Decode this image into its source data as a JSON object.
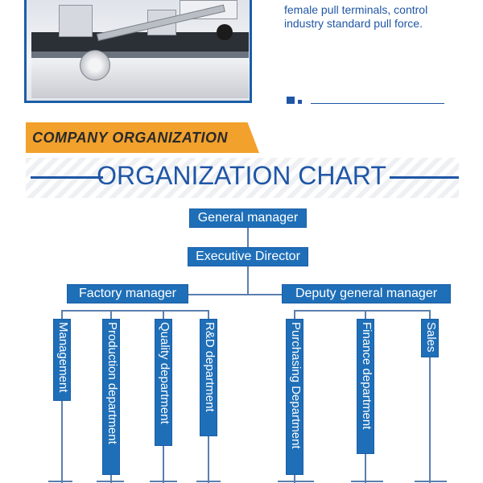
{
  "product": {
    "description_lines": [
      "female pull terminals, control",
      "industry standard pull force."
    ]
  },
  "section": {
    "heading": "COMPANY ORGANIZATION"
  },
  "org_chart": {
    "title": "ORGANIZATION CHART",
    "top": "General manager",
    "second": "Executive Director",
    "branches": [
      {
        "label": "Factory manager",
        "departments": [
          "Management",
          "Production department",
          "Quality department",
          "R&D department"
        ]
      },
      {
        "label": "Deputy general manager",
        "departments": [
          "Purchasing Department",
          "Finance department",
          "Sales"
        ]
      }
    ]
  },
  "colors": {
    "brand_blue": "#1f56a6",
    "box_blue": "#1f6fb8",
    "banner_orange": "#f2a12c"
  }
}
